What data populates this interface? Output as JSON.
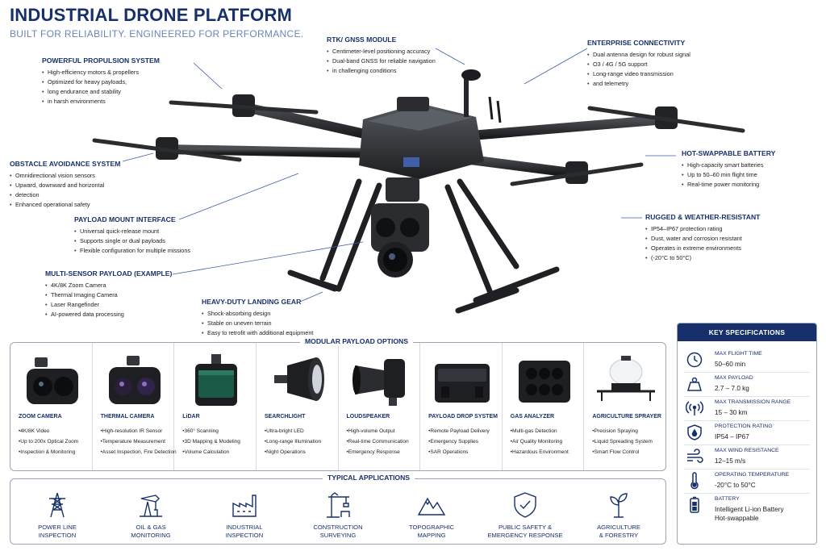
{
  "header": {
    "title": "INDUSTRIAL DRONE PLATFORM",
    "subtitle": "BUILT FOR RELIABILITY. ENGINEERED FOR PERFORMANCE."
  },
  "callouts": {
    "rtk": {
      "title": "RTK/ GNSS MODULE",
      "items": [
        "Centimeter-level positioning accuracy",
        "Dual-band GNSS for reliable navigation",
        "in challenging conditions"
      ]
    },
    "connectivity": {
      "title": "ENTERPRISE CONNECTIVITY",
      "items": [
        "Dual antenna design for robust signal",
        "O3 / 4G / 5G support",
        "Long-range video transmission",
        "and telemetry"
      ]
    },
    "propulsion": {
      "title": "POWERFUL PROPULSION SYSTEM",
      "items": [
        "High-efficiency motors & propellers",
        "Optimized for heavy payloads,",
        "long endurance and stability",
        "in harsh environments"
      ]
    },
    "obstacle": {
      "title": "OBSTACLE AVOIDANCE SYSTEM",
      "items": [
        "Omnidirectional vision sensors",
        "Upward, downward and horizontal",
        "detection",
        "Enhanced operational safety"
      ]
    },
    "battery": {
      "title": "HOT-SWAPPABLE BATTERY",
      "items": [
        "High-capacity smart batteries",
        "Up to 50–60 min flight time",
        "Real-time power monitoring"
      ]
    },
    "mount": {
      "title": "PAYLOAD MOUNT INTERFACE",
      "items": [
        "Universal quick-release mount",
        "Supports single or dual payloads",
        "Flexible configuration for multiple missions"
      ]
    },
    "rugged": {
      "title": "RUGGED & WEATHER-RESISTANT",
      "items": [
        "IP54–IP67 protection rating",
        "Dust, water and corrosion resistant",
        "Operates in extreme environments",
        "(-20°C to 50°C)"
      ]
    },
    "multisensor": {
      "title": "MULTI-SENSOR PAYLOAD (EXAMPLE)",
      "items": [
        "4K/8K Zoom Camera",
        "Thermal Imaging Camera",
        "Laser Rangefinder",
        "AI-powered data processing"
      ]
    },
    "landing": {
      "title": "HEAVY-DUTY LANDING GEAR",
      "items": [
        "Shock-absorbing design",
        "Stable on uneven terrain",
        "Easy to retrofit with additional equipment"
      ]
    }
  },
  "payloads": {
    "title": "MODULAR PAYLOAD OPTIONS",
    "items": [
      {
        "name": "ZOOM CAMERA",
        "features": [
          "4K/8K Video",
          "Up to 200x Optical Zoom",
          "Inspection & Monitoring"
        ]
      },
      {
        "name": "THERMAL CAMERA",
        "features": [
          "High-resolution IR Sensor",
          "Temperature Measurement",
          "Asset Inspection, Fire Detection"
        ]
      },
      {
        "name": "LiDAR",
        "features": [
          "360° Scanning",
          "3D Mapping & Modeling",
          "Volume Calculation"
        ]
      },
      {
        "name": "SEARCHLIGHT",
        "features": [
          "Ultra-bright LED",
          "Long-range Illumination",
          "Night Operations"
        ]
      },
      {
        "name": "LOUDSPEAKER",
        "features": [
          "High-volume Output",
          "Real-time Communication",
          "Emergency Response"
        ]
      },
      {
        "name": "PAYLOAD DROP SYSTEM",
        "features": [
          "Remote Payload Delivery",
          "Emergency Supplies",
          "SAR Operations"
        ]
      },
      {
        "name": "GAS ANALYZER",
        "features": [
          "Multi-gas Detection",
          "Air Quality Monitoring",
          "Hazardous Environment"
        ]
      },
      {
        "name": "AGRICULTURE SPRAYER",
        "features": [
          "Precision Spraying",
          "Liquid Spreading System",
          "Smart Flow Control"
        ]
      }
    ]
  },
  "applications": {
    "title": "TYPICAL APPLICATIONS",
    "items": [
      {
        "label": "POWER LINE\nINSPECTION",
        "icon": "power-tower-icon"
      },
      {
        "label": "OIL & GAS\nMONITORING",
        "icon": "oil-pump-icon"
      },
      {
        "label": "INDUSTRIAL\nINSPECTION",
        "icon": "factory-icon"
      },
      {
        "label": "CONSTRUCTION\nSURVEYING",
        "icon": "crane-icon"
      },
      {
        "label": "TOPOGRAPHIC\nMAPPING",
        "icon": "mountain-icon"
      },
      {
        "label": "PUBLIC SAFETY &\nEMERGENCY RESPONSE",
        "icon": "shield-check-icon"
      },
      {
        "label": "AGRICULTURE\n& FORESTRY",
        "icon": "plant-icon"
      }
    ]
  },
  "specs": {
    "title": "KEY SPECIFICATIONS",
    "rows": [
      {
        "label": "MAX FLIGHT TIME",
        "value": "50–60 min",
        "icon": "clock-icon"
      },
      {
        "label": "MAX PAYLOAD",
        "value": "2.7 – 7.0 kg",
        "icon": "weight-icon"
      },
      {
        "label": "MAX TRANSMISSION RANGE",
        "value": "15 – 30 km",
        "icon": "signal-icon"
      },
      {
        "label": "PROTECTION RATING",
        "value": "IP54 – IP67",
        "icon": "water-drop-shield-icon"
      },
      {
        "label": "MAX WIND RESISTANCE",
        "value": "12–15 m/s",
        "icon": "wind-icon"
      },
      {
        "label": "OPERATING TEMPERATURE",
        "value": "-20°C to 50°C",
        "icon": "thermometer-icon"
      },
      {
        "label": "BATTERY",
        "value": "Intelligent Li-ion Battery",
        "value2": "Hot-swappable",
        "icon": "battery-icon"
      }
    ]
  },
  "colors": {
    "navy": "#17306b",
    "accent": "#3f5fa8",
    "border": "#9aa6b8"
  }
}
